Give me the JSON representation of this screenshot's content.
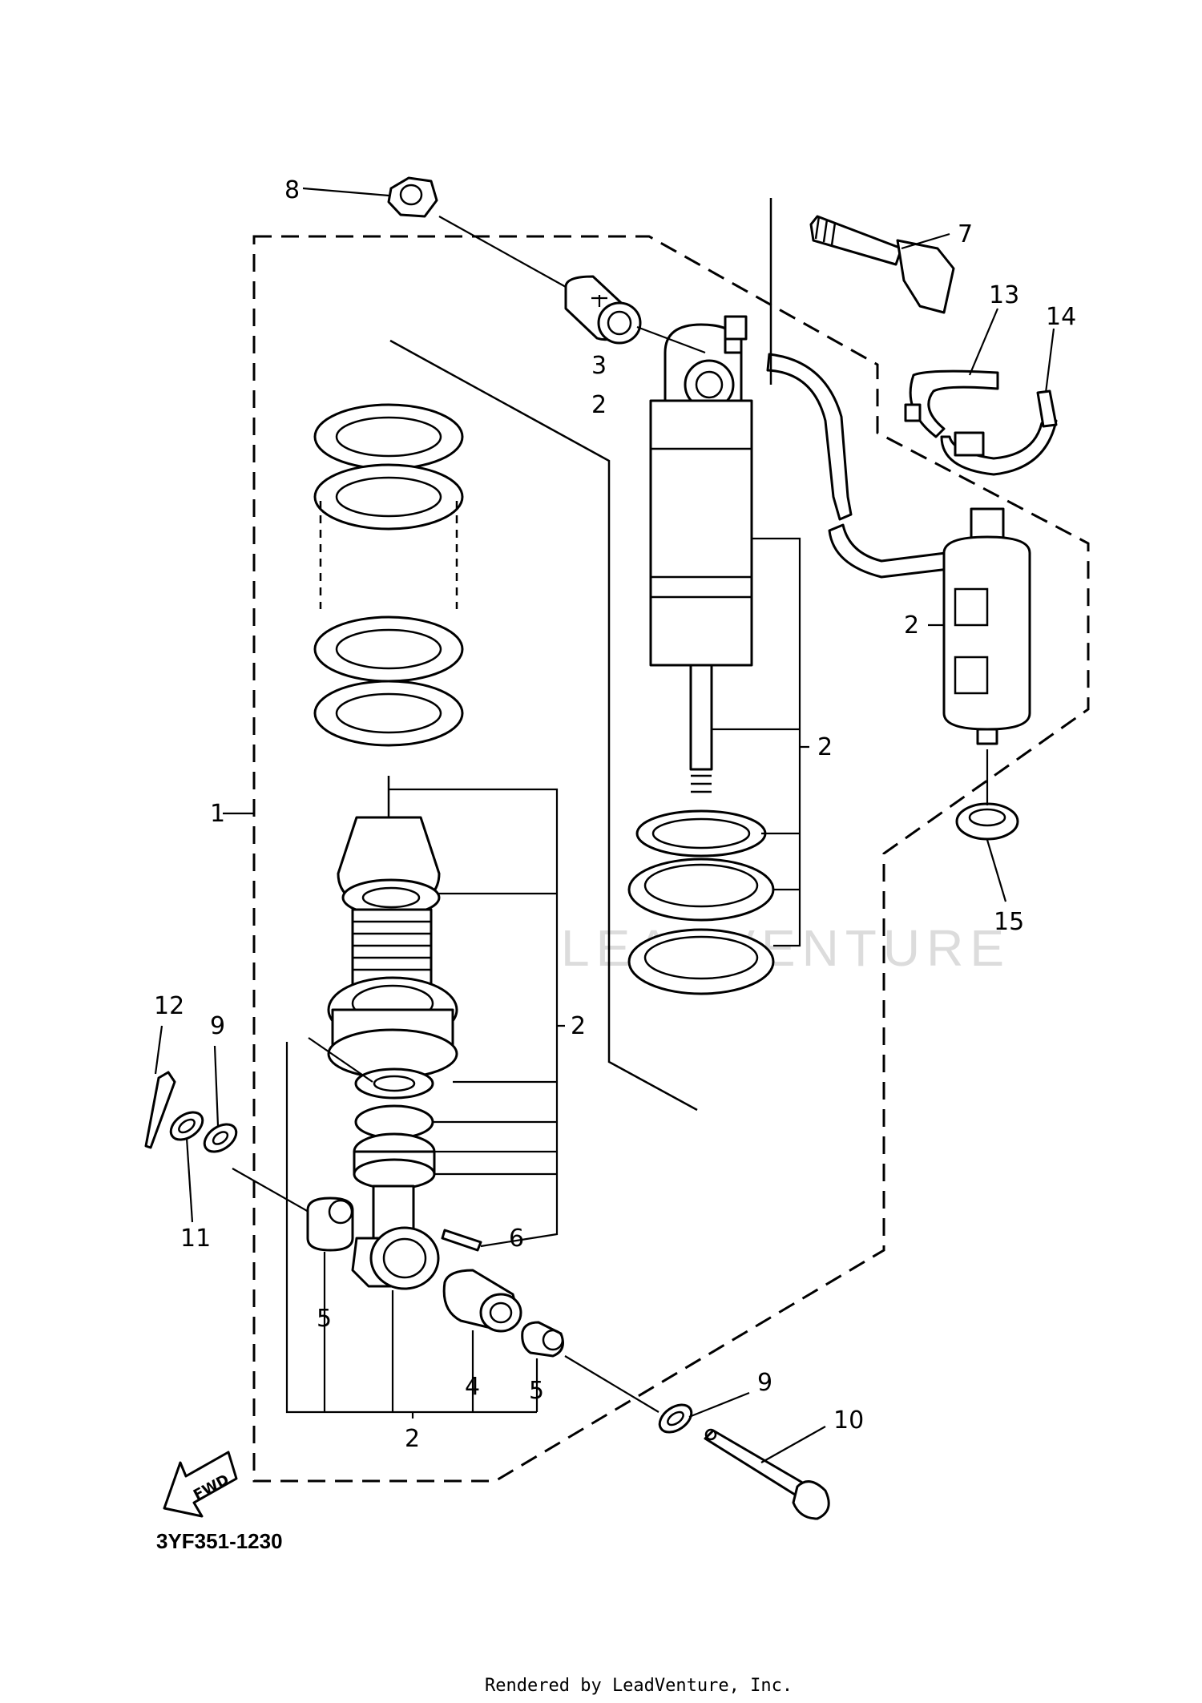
{
  "diagram": {
    "part_number": "3YF351-1230",
    "footer": "Rendered by LeadVenture, Inc.",
    "watermark": "LEADVENTURE",
    "fwd_label": "FWD",
    "callouts": {
      "c1": "1",
      "c2_pivot_collar": "2",
      "c2_reservoir": "2",
      "c2_body": "2",
      "c2_lower_stack": "2",
      "c2_bottom": "2",
      "c3": "3",
      "c4": "4",
      "c5_left": "5",
      "c5_right": "5",
      "c6": "6",
      "c7": "7",
      "c8": "8",
      "c9_upper": "9",
      "c9_lower": "9",
      "c10": "10",
      "c11": "11",
      "c12": "12",
      "c13": "13",
      "c14": "14",
      "c15": "15"
    }
  }
}
